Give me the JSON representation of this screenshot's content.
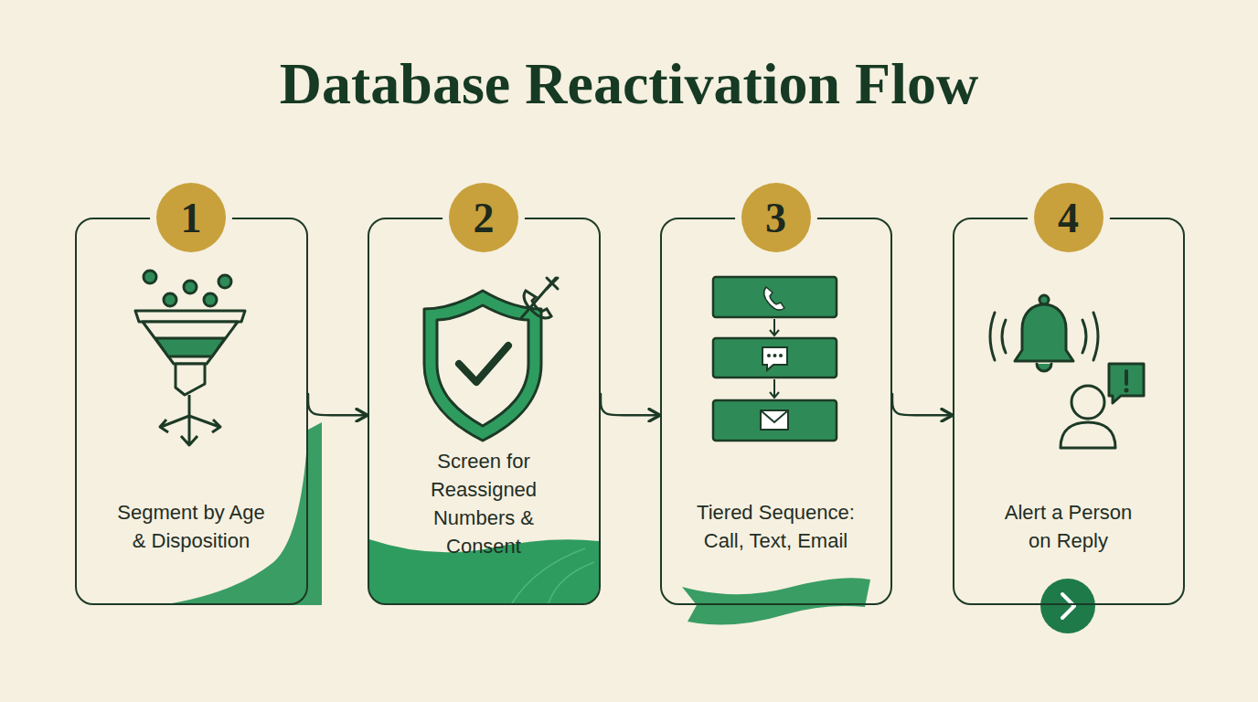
{
  "diagram": {
    "title": "Database Reactivation Flow",
    "nodes": [
      {
        "text": [
          "1",
          "Segment by Age & Disposition"
        ]
      },
      {
        "text": [
          "2",
          "Screen for Reassigned Numbers & Consent"
        ]
      },
      {
        "text": [
          "3",
          "Tiered Sequence: Call, Text, Email"
        ]
      },
      {
        "text": [
          "4",
          "Alert a Person on Reply"
        ]
      }
    ],
    "edges": [
      {
        "from": 0,
        "to": 1,
        "arrow": "to"
      },
      {
        "from": 1,
        "to": 2,
        "arrow": "to"
      },
      {
        "from": 2,
        "to": 3,
        "arrow": "to"
      }
    ]
  }
}
